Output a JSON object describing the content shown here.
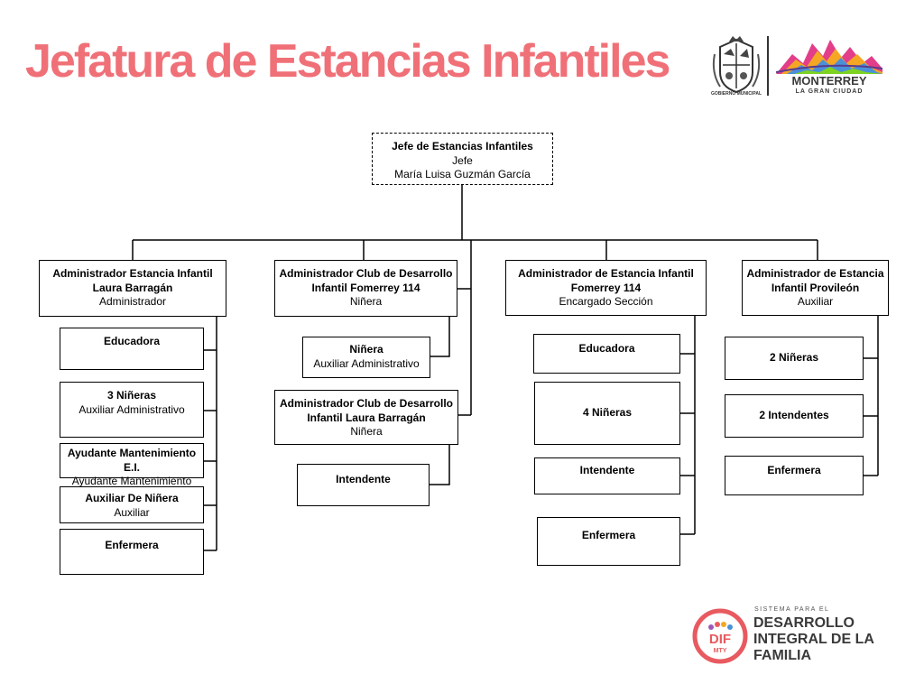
{
  "header": {
    "title": "Jefatura de Estancias Infantiles",
    "seal_caption": "GOBIERNO MUNICIPAL",
    "city_name": "MONTERREY",
    "city_tagline": "LA GRAN CIUDAD"
  },
  "top": {
    "title": "Jefe de Estancias  Infantiles",
    "role": "Jefe",
    "person": "María Luisa Guzmán García"
  },
  "col1": {
    "head": {
      "line1": "Administrador Estancia Infantil",
      "line2": "Laura Barragán",
      "role": "Administrador"
    },
    "items": [
      {
        "title": "Educadora",
        "sub": ""
      },
      {
        "title": "3   Niñeras",
        "sub": "Auxiliar Administrativo"
      },
      {
        "title": "Ayudante Mantenimiento E.I.",
        "sub": "Ayudante Mantenimiento"
      },
      {
        "title": "Auxiliar De Niñera",
        "sub": "Auxiliar"
      },
      {
        "title": "Enfermera",
        "sub": ""
      }
    ]
  },
  "col2": {
    "head": {
      "line1": "Administrador Club de Desarrollo",
      "line2": "Infantil Fomerrey  114",
      "role": "Niñera"
    },
    "item1": {
      "title": "Niñera",
      "sub": "Auxiliar Administrativo"
    },
    "head2": {
      "line1": "Administrador Club de Desarrollo",
      "line2": "Infantil Laura Barragán",
      "role": "Niñera"
    },
    "item2": {
      "title": "Intendente",
      "sub": ""
    }
  },
  "col3": {
    "head": {
      "line1": "Administrador de Estancia Infantil",
      "line2": "Fomerrey  114",
      "role": "Encargado Sección"
    },
    "items": [
      {
        "title": "Educadora",
        "sub": ""
      },
      {
        "title": "4   Niñeras",
        "sub": ""
      },
      {
        "title": "Intendente",
        "sub": ""
      },
      {
        "title": "Enfermera",
        "sub": ""
      }
    ]
  },
  "col4": {
    "head": {
      "line1": "Administrador de Estancia",
      "line2": "Infantil Provileón",
      "role": "Auxiliar"
    },
    "items": [
      {
        "title": "2   Niñeras",
        "sub": ""
      },
      {
        "title": "2   Intendentes",
        "sub": ""
      },
      {
        "title": "Enfermera",
        "sub": ""
      }
    ]
  },
  "footer": {
    "system_label": "SISTEMA PARA EL",
    "line1": "DESARROLLO",
    "line2": "INTEGRAL DE LA",
    "line3": "FAMILIA",
    "badge_top": "DIF",
    "badge_bottom": "MTY"
  },
  "colors": {
    "title": "#f07078",
    "dif_red": "#e85a5f",
    "text_dark": "#3a3a3a"
  }
}
